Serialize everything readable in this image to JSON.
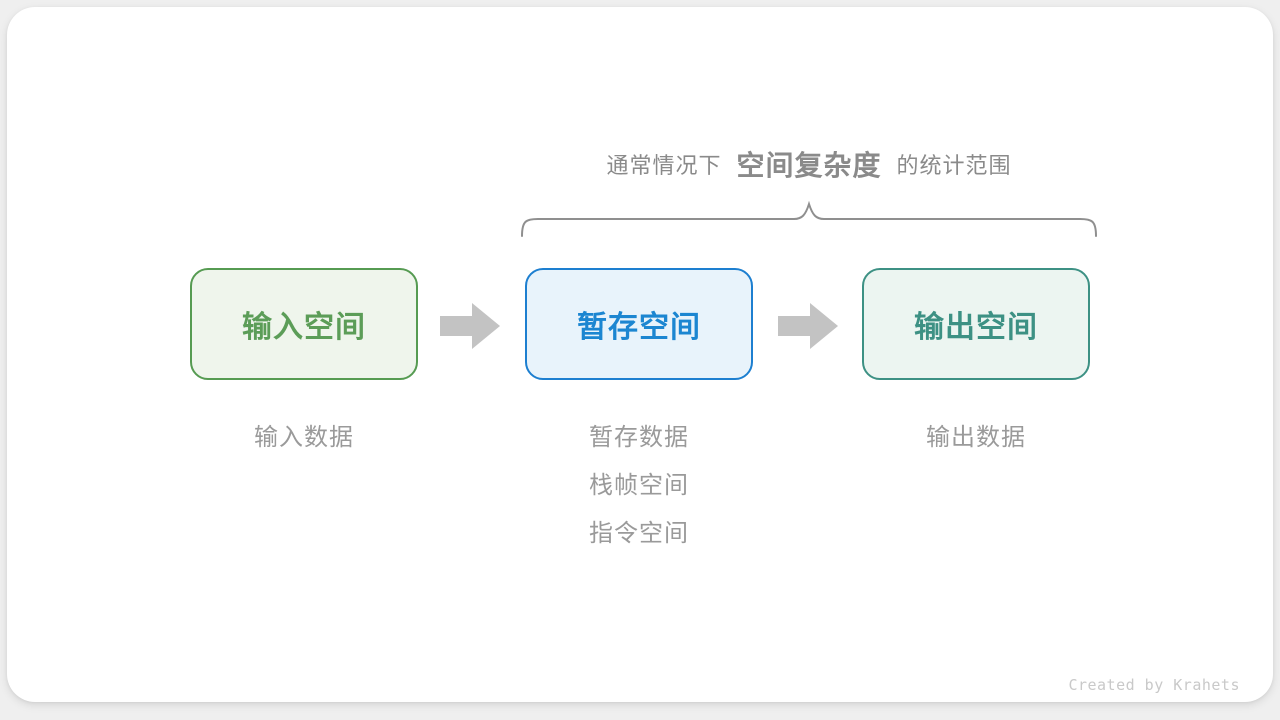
{
  "page": {
    "background": "#efefef",
    "card_background": "#ffffff"
  },
  "title": {
    "prefix": "通常情况下",
    "highlight": "空间复杂度",
    "suffix": "的统计范围",
    "color": "#8a8a8a"
  },
  "brace": {
    "color": "#8f8f8f"
  },
  "boxes": [
    {
      "label": "输入空间",
      "text_color": "#5c9d58",
      "border_color": "#569b52",
      "fill_color": "#eff5ec"
    },
    {
      "label": "暂存空间",
      "text_color": "#1c86d1",
      "border_color": "#1d7fd0",
      "fill_color": "#e8f3fb"
    },
    {
      "label": "输出空间",
      "text_color": "#3d9184",
      "border_color": "#3d9184",
      "fill_color": "#ecf5f1"
    }
  ],
  "arrows": {
    "color": "#c3c3c3"
  },
  "annotations": {
    "color": "#9a9a9a",
    "input": "输入数据",
    "temp": [
      "暂存数据",
      "栈帧空间",
      "指令空间"
    ],
    "output": "输出数据"
  },
  "footer": {
    "credit": "Created by Krahets",
    "color": "#c9c9c9"
  }
}
